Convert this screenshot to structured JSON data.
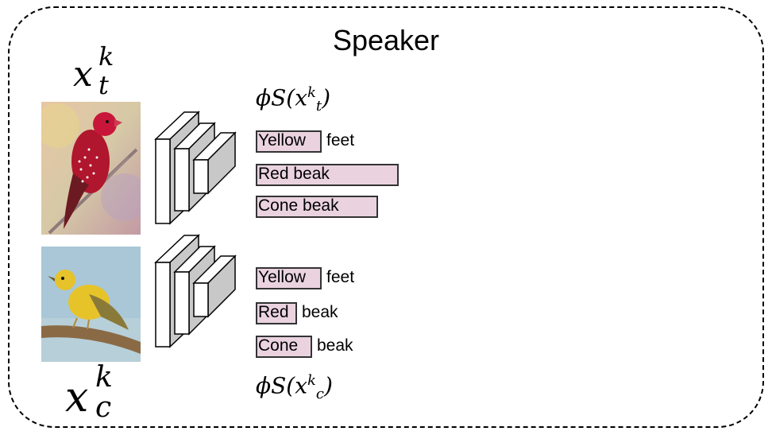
{
  "title": "Speaker",
  "target": {
    "var_base": "x",
    "var_sup": "k",
    "var_sub": "t",
    "phi_text": "ϕS(x",
    "phi_sup": "k",
    "phi_sub": "t",
    "phi_close": ")",
    "attributes": [
      {
        "label": "Yellow",
        "suffix": "feet",
        "fill_fraction": 0.45
      },
      {
        "label": "Red beak",
        "suffix": "",
        "fill_fraction": 1.0
      },
      {
        "label": "Cone  beak",
        "suffix": "",
        "fill_fraction": 0.85
      }
    ]
  },
  "context": {
    "var_base": "x",
    "var_sup": "k",
    "var_sub": "c",
    "phi_text": "ϕS(x",
    "phi_sup": "k",
    "phi_sub": "c",
    "phi_close": ")",
    "attributes": [
      {
        "label": "Yellow",
        "suffix": "feet",
        "fill_fraction": 0.45
      },
      {
        "label": "Red",
        "suffix": "beak",
        "fill_fraction": 0.27
      },
      {
        "label": "Cone",
        "suffix": "beak",
        "fill_fraction": 0.38
      }
    ]
  },
  "colors": {
    "bar_fill": "#ead3df",
    "bar_border": "#333333",
    "cnn_face": "#ffffff",
    "cnn_side": "#c8c8c8"
  }
}
